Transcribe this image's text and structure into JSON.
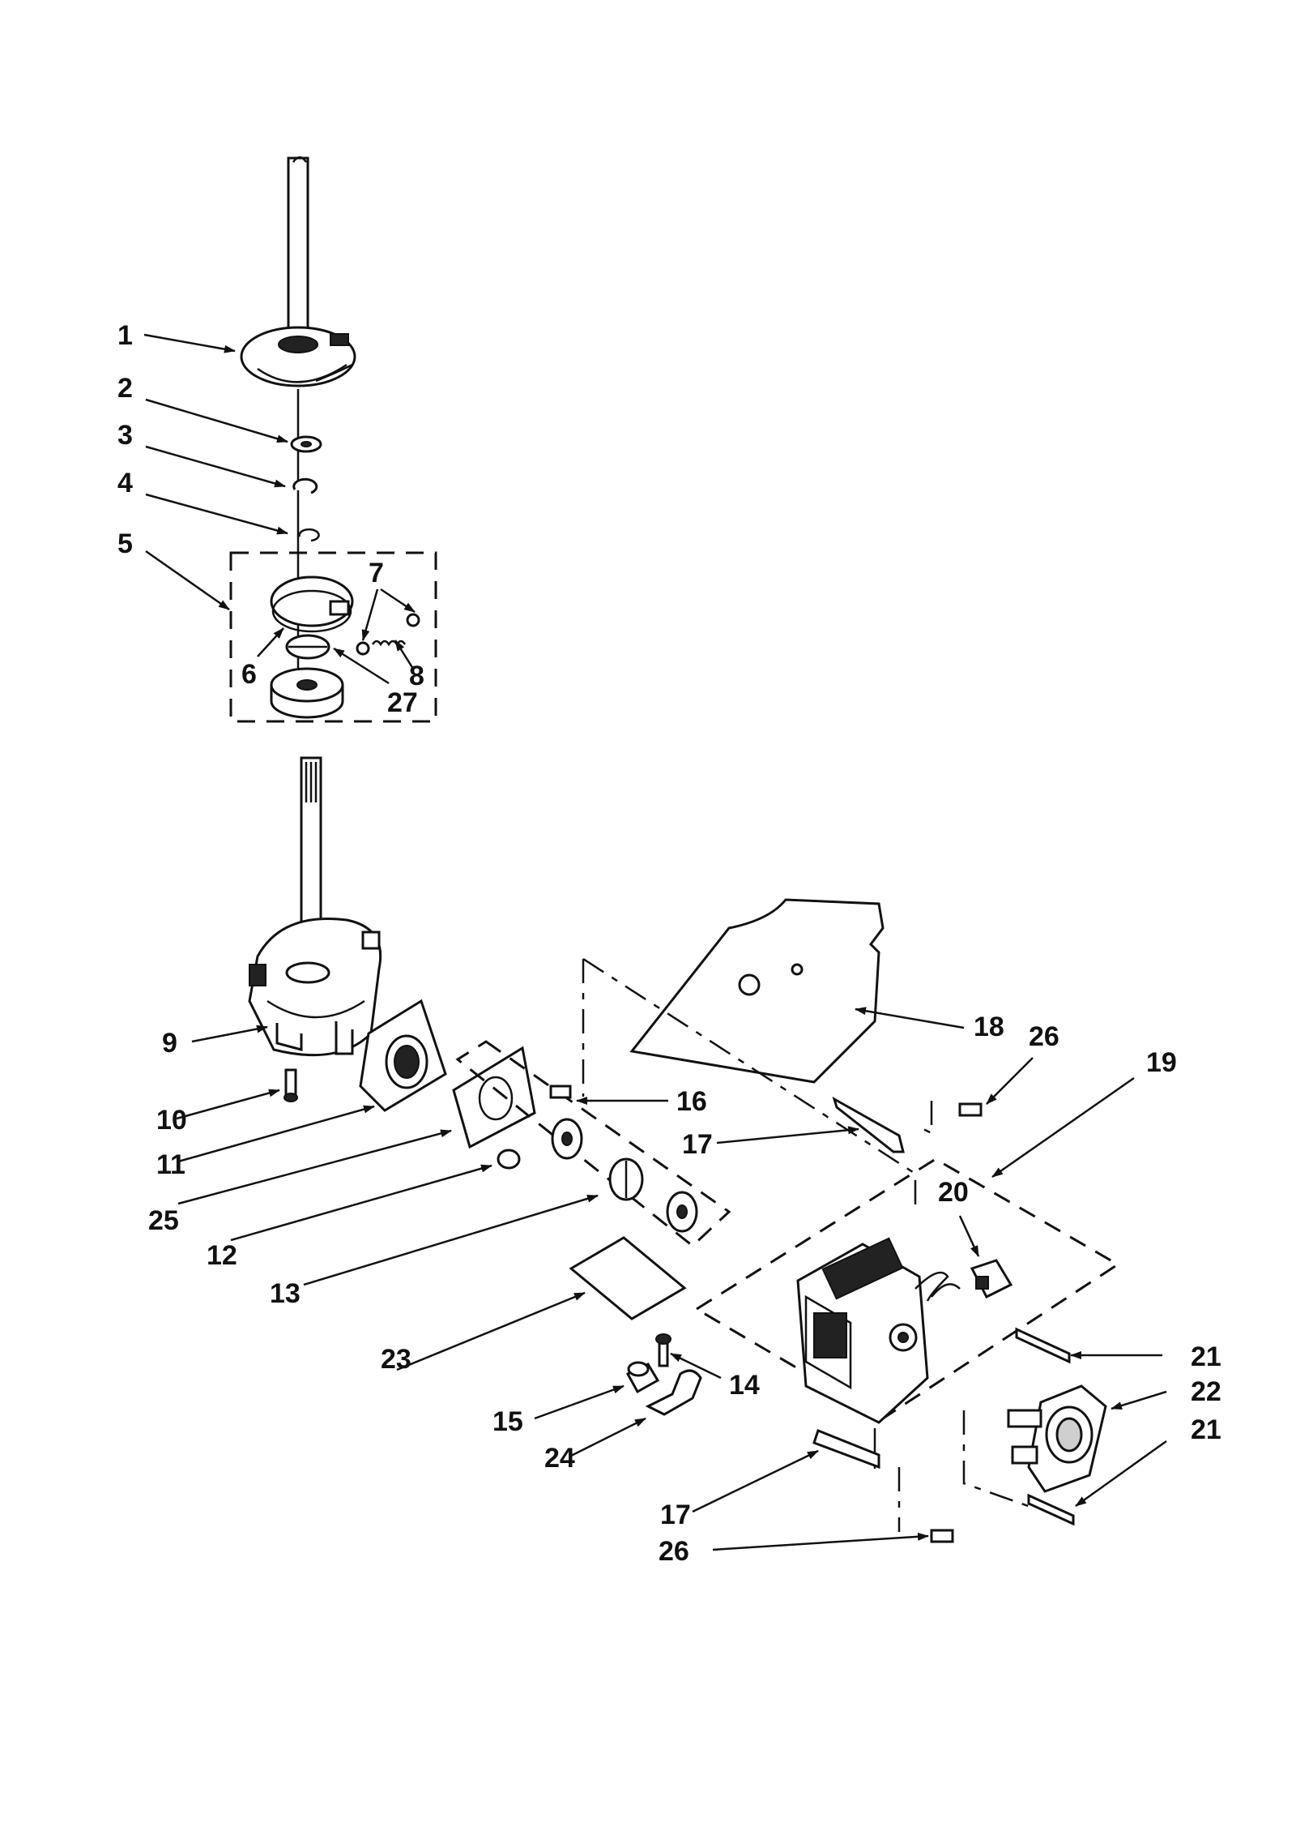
{
  "labels": {
    "l1": "1",
    "l2": "2",
    "l3": "3",
    "l4": "4",
    "l5": "5",
    "l6": "6",
    "l7": "7",
    "l8": "8",
    "l27": "27",
    "l9": "9",
    "l10": "10",
    "l11": "11",
    "l25": "25",
    "l12": "12",
    "l13": "13",
    "l16": "16",
    "l17a": "17",
    "l18": "18",
    "l26a": "26",
    "l19": "19",
    "l20": "20",
    "l21a": "21",
    "l22": "22",
    "l21b": "21",
    "l23": "23",
    "l14": "14",
    "l15": "15",
    "l24": "24",
    "l17b": "17",
    "l26b": "26"
  }
}
